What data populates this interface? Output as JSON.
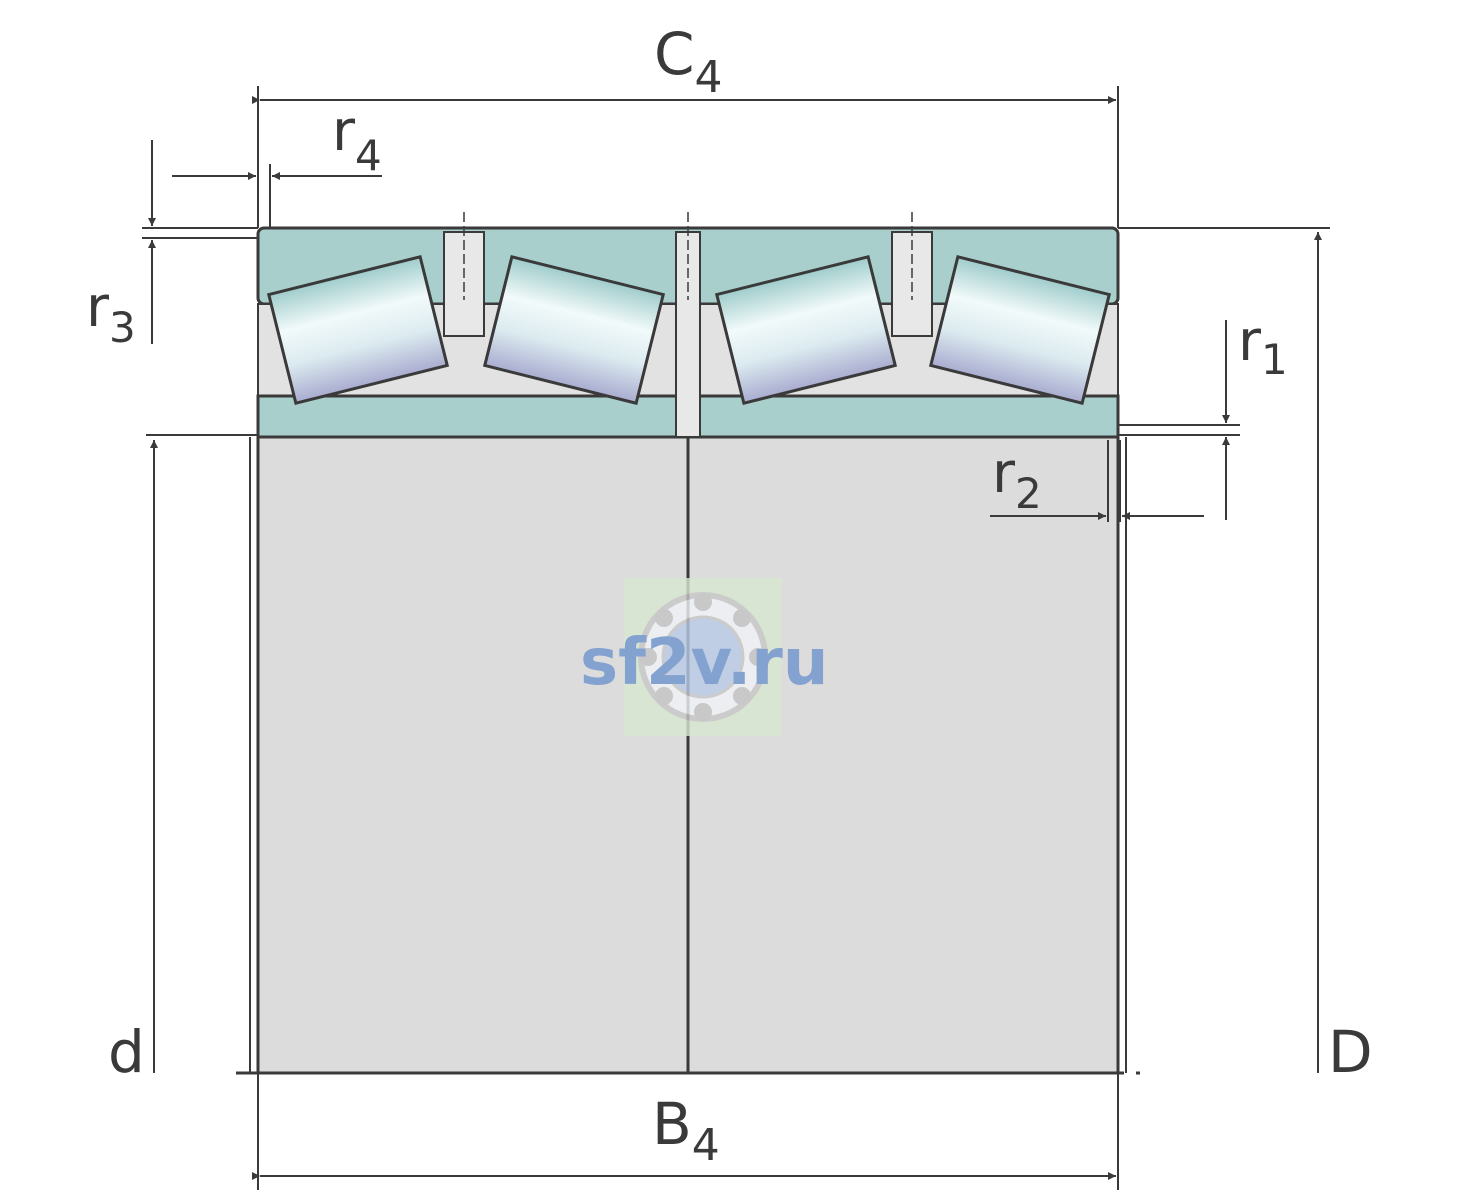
{
  "labels": {
    "c4": {
      "main": "C",
      "sub": "4"
    },
    "r4": {
      "main": "r",
      "sub": "4"
    },
    "r3": {
      "main": "r",
      "sub": "3"
    },
    "r1": {
      "main": "r",
      "sub": "1"
    },
    "r2": {
      "main": "r",
      "sub": "2"
    },
    "d": "d",
    "D": "D",
    "b4": {
      "main": "B",
      "sub": "4"
    }
  },
  "watermark": "sf2v.ru",
  "colors": {
    "line": "#3a3a3a",
    "outer_ring": "#a8cfcc",
    "inner_ring": "#dcdcdc",
    "cage": "#e2e2e2",
    "roller_light": "#f4fafa",
    "roller_mid": "#b8d8d8",
    "roller_edge": "#a8a8c8",
    "watermark_text": "#6f94cc",
    "watermark_bg": "#d6e8d0"
  }
}
